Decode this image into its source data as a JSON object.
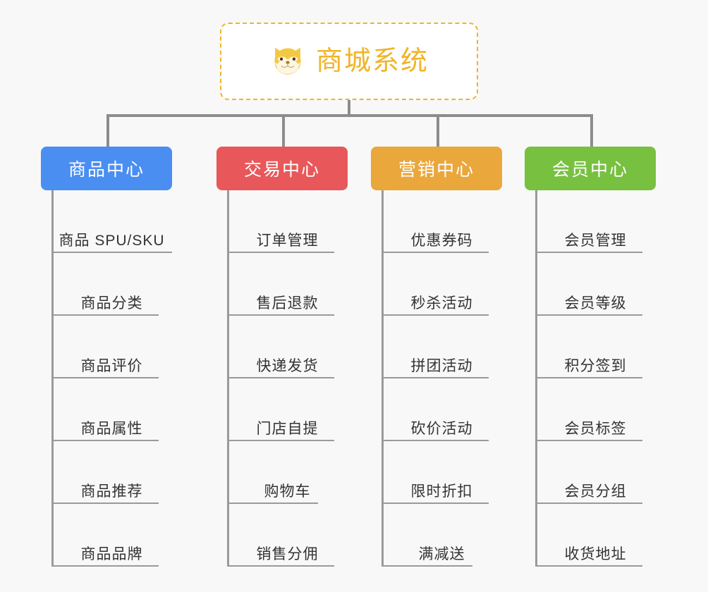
{
  "background_color": "#f8f8f8",
  "root": {
    "icon": "shiba-dog-face-icon",
    "label": "商城系统",
    "color": "#f0b429",
    "border_style": "dashed"
  },
  "connector_color": "#8c8c8c",
  "branches": [
    {
      "label": "商品中心",
      "color": "#4a8ef2",
      "items": [
        "商品 SPU/SKU",
        "商品分类",
        "商品评价",
        "商品属性",
        "商品推荐",
        "商品品牌"
      ]
    },
    {
      "label": "交易中心",
      "color": "#e8585a",
      "items": [
        "订单管理",
        "售后退款",
        "快递发货",
        "门店自提",
        "购物车",
        "销售分佣"
      ]
    },
    {
      "label": "营销中心",
      "color": "#eaa73c",
      "items": [
        "优惠券码",
        "秒杀活动",
        "拼团活动",
        "砍价活动",
        "限时折扣",
        "满减送"
      ]
    },
    {
      "label": "会员中心",
      "color": "#78c040",
      "items": [
        "会员管理",
        "会员等级",
        "积分签到",
        "会员标签",
        "会员分组",
        "收货地址"
      ]
    }
  ]
}
